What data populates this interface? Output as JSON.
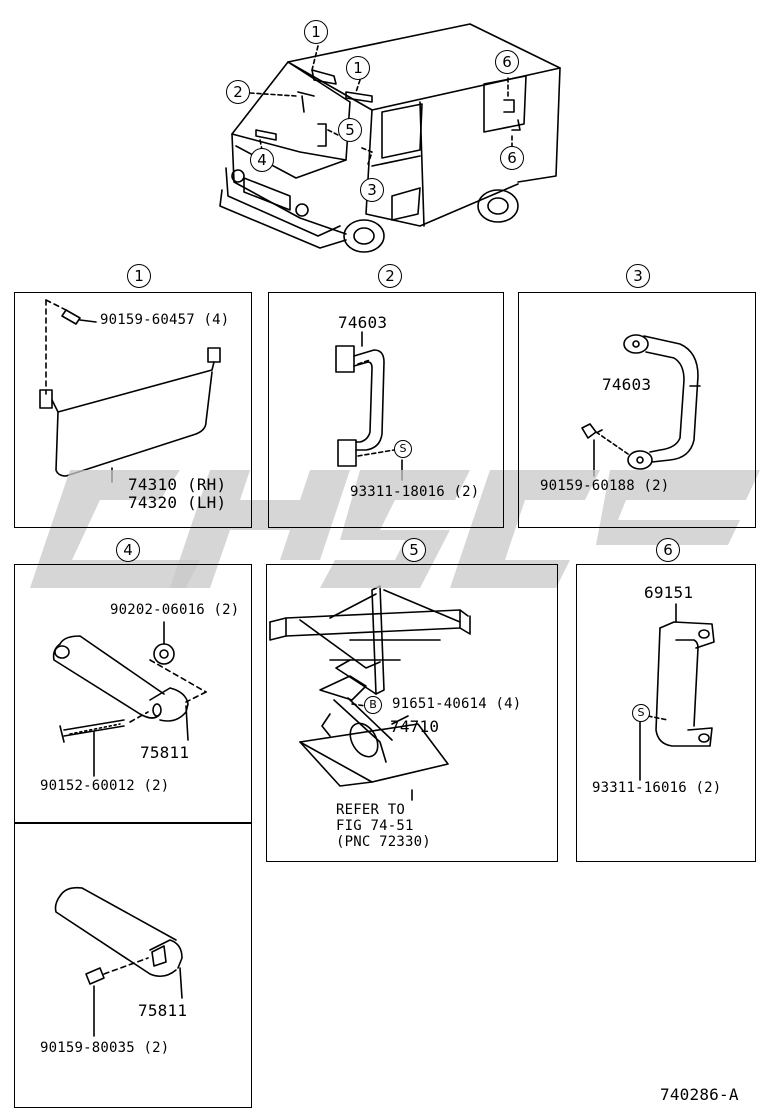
{
  "section_markers": {
    "s1": "1",
    "s2": "2",
    "s3": "3",
    "s4": "4",
    "s5": "5",
    "s6": "6"
  },
  "overview_callouts": [
    "1",
    "1",
    "2",
    "4",
    "5",
    "3",
    "6",
    "6"
  ],
  "panel1": {
    "screw": "90159-60457 (4)",
    "part_rh": "74310 (RH)",
    "part_lh": "74320 (LH)"
  },
  "panel2": {
    "part": "74603",
    "marker": "S",
    "screw": "93311-18016 (2)"
  },
  "panel3": {
    "part": "74603",
    "screw": "90159-60188 (2)"
  },
  "panel4": {
    "cap": "90202-06016 (2)",
    "part": "75811",
    "screw": "90152-60012 (2)"
  },
  "panel4b": {
    "part": "75811",
    "screw": "90159-80035 (2)"
  },
  "panel5": {
    "marker": "B",
    "bolt": "91651-40614 (4)",
    "part": "74710",
    "ref_line1": "REFER TO",
    "ref_line2": "FIG 74-51",
    "ref_line3": "(PNC 72330)"
  },
  "panel6": {
    "part": "69151",
    "marker": "S",
    "screw": "93311-16016 (2)"
  },
  "figure_code": "740286-A",
  "colors": {
    "line": "#000000",
    "watermark": "#c8c8c8"
  }
}
